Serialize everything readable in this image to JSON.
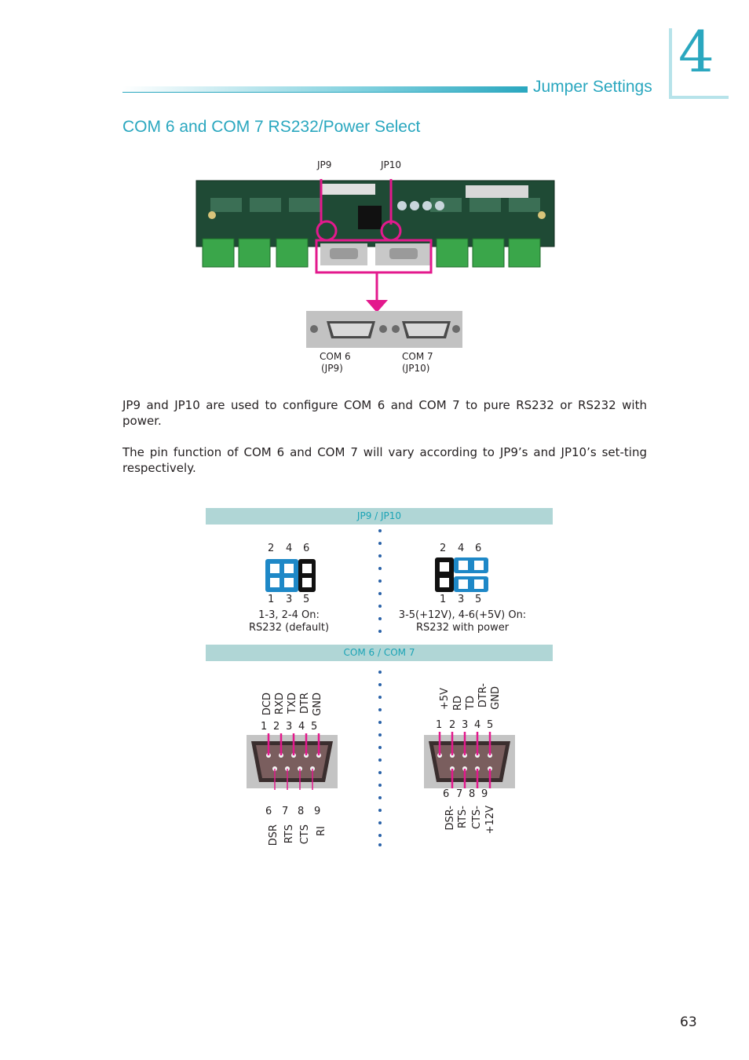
{
  "header": {
    "chapter": "4",
    "title": "Jumper Settings"
  },
  "section": {
    "title": "COM 6 and COM 7 RS232/Power Select"
  },
  "board": {
    "jp9_label": "JP9",
    "jp10_label": "JP10",
    "com6_label": "COM 6",
    "com6_sub": "(JP9)",
    "com7_label": "COM 7",
    "com7_sub": "(JP10)"
  },
  "paragraphs": [
    "JP9 and JP10 are used to configure COM 6 and COM 7 to pure RS232 or RS232 with power.",
    "The pin function of COM 6 and COM 7 will vary according to JP9’s and JP10’s set-ting respectively."
  ],
  "table": {
    "band1": "JP9 / JP10",
    "band2": "COM 6 / COM 7",
    "left": {
      "top_pins": [
        "2",
        "4",
        "6"
      ],
      "bottom_pins": [
        "1",
        "3",
        "5"
      ],
      "caption1": "1-3, 2-4 On:",
      "caption2": "RS232 (default)",
      "top_signals": [
        "DCD",
        "RXD",
        "TXD",
        "DTR",
        "GND"
      ],
      "top_numbers": [
        "1",
        "2",
        "3",
        "4",
        "5"
      ],
      "bottom_numbers": [
        "6",
        "7",
        "8",
        "9"
      ],
      "bottom_signals": [
        "DSR",
        "RTS",
        "CTS",
        "RI"
      ]
    },
    "right": {
      "top_pins": [
        "2",
        "4",
        "6"
      ],
      "bottom_pins": [
        "1",
        "3",
        "5"
      ],
      "caption1": "3-5(+12V), 4-6(+5V) On:",
      "caption2": "RS232 with power",
      "top_signals": [
        "+5V",
        "RD",
        "TD",
        "DTR-",
        "GND"
      ],
      "top_numbers": [
        "1",
        "2",
        "3",
        "4",
        "5"
      ],
      "bottom_numbers": [
        "6",
        "7",
        "8",
        "9"
      ],
      "bottom_signals": [
        "DSR-",
        "RTS-",
        "CTS-",
        "+12V"
      ]
    }
  },
  "footer": {
    "page_number": "63"
  },
  "colors": {
    "accent": "#2aa7bf",
    "magenta": "#e3198d",
    "jumper_blue": "#1e88c7",
    "band": "#b0d6d6"
  }
}
